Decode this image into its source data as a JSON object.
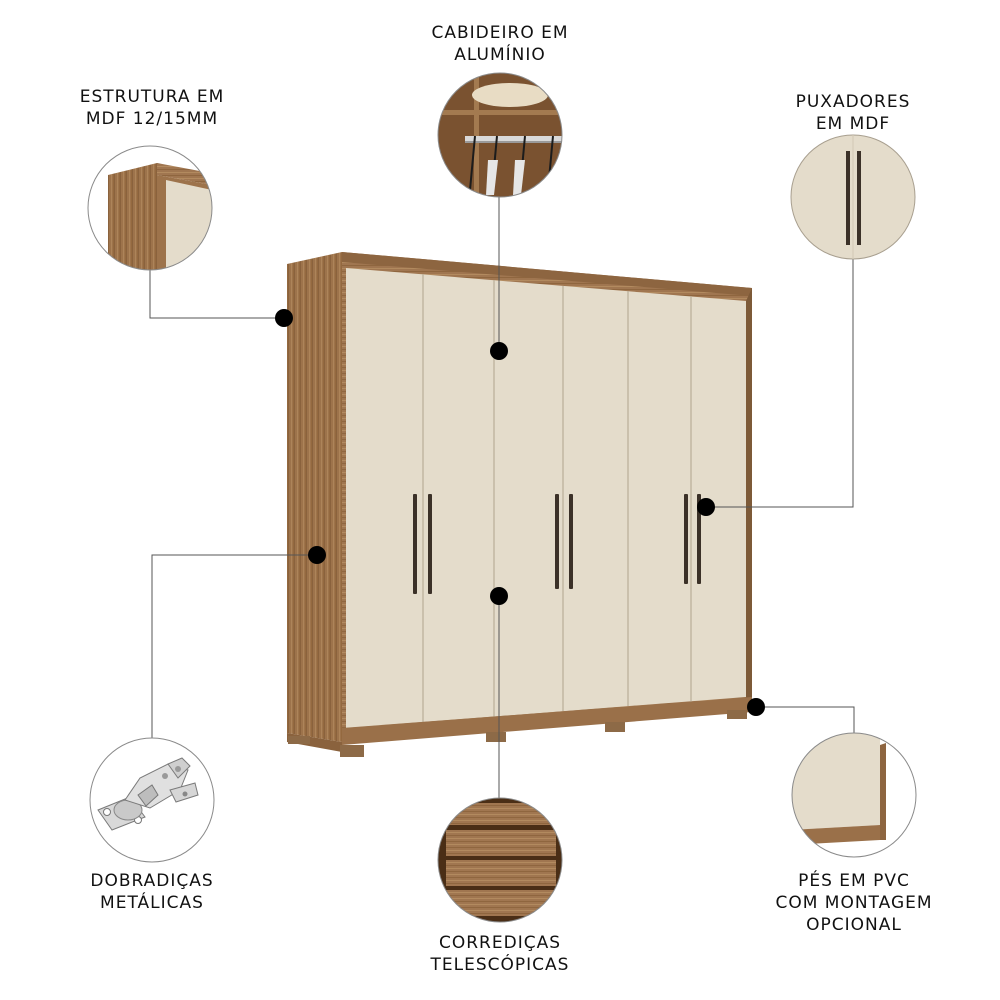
{
  "colors": {
    "wood": "#9a7049",
    "wood_dark": "#7d5a38",
    "wood_light": "#b08559",
    "door": "#e4dccb",
    "door_seam": "#b9ae98",
    "handle": "#3b3128",
    "connector": "#555555",
    "dot": "#000000",
    "circle_outline": "#8a8a8a"
  },
  "callouts": [
    {
      "id": "estrutura",
      "lines": [
        "ESTRUTURA EM",
        "MDF 12/15MM"
      ],
      "detail": "wood-structure-corner"
    },
    {
      "id": "cabideiro",
      "lines": [
        "CABIDEIRO EM",
        "ALUMÍNIO"
      ],
      "detail": "aluminum-hanging-rail"
    },
    {
      "id": "puxadores",
      "lines": [
        "PUXADORES",
        "EM MDF"
      ],
      "detail": "mdf-handles"
    },
    {
      "id": "dobradicas",
      "lines": [
        "DOBRADIÇAS",
        "METÁLICAS"
      ],
      "detail": "metal-hinge"
    },
    {
      "id": "corredicas",
      "lines": [
        "CORREDIÇAS",
        "TELESCÓPICAS"
      ],
      "detail": "telescopic-drawer-slides"
    },
    {
      "id": "pes",
      "lines": [
        "PÉS EM PVC",
        "COM MONTAGEM",
        "OPCIONAL"
      ],
      "detail": "pvc-feet"
    }
  ],
  "product": {
    "type": "wardrobe",
    "door_count": 6,
    "handle_pairs": 3
  }
}
